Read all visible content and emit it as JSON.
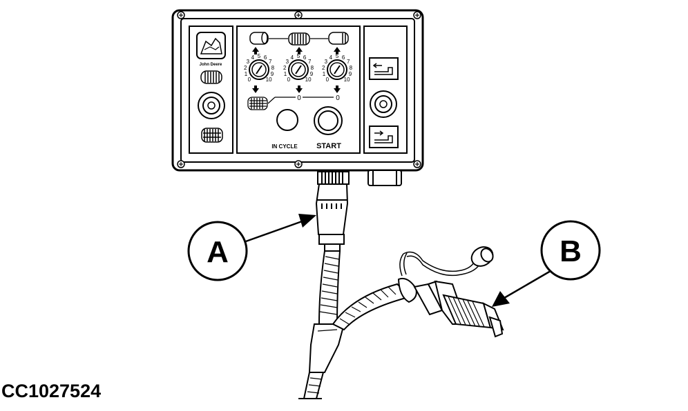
{
  "callouts": [
    {
      "id": "A",
      "label": "A"
    },
    {
      "id": "B",
      "label": "B"
    }
  ],
  "control_box": {
    "brand_label": "John Deere",
    "dials": [
      {
        "id": "dial-1",
        "scale": [
          "0",
          "1",
          "2",
          "3",
          "4",
          "5",
          "6",
          "7",
          "8",
          "9",
          "10"
        ]
      },
      {
        "id": "dial-2",
        "scale": [
          "0",
          "1",
          "2",
          "3",
          "4",
          "5",
          "6",
          "7",
          "8",
          "9",
          "10"
        ]
      },
      {
        "id": "dial-3",
        "scale": [
          "0",
          "1",
          "2",
          "3",
          "4",
          "5",
          "6",
          "7",
          "8",
          "9",
          "10"
        ]
      }
    ],
    "zero_labels": [
      "0",
      "0"
    ],
    "in_cycle_label": "IN CYCLE",
    "start_label": "START"
  },
  "figure_id": "CC1027524",
  "colors": {
    "ink": "#000000",
    "background": "#ffffff",
    "screen": "#333333"
  }
}
